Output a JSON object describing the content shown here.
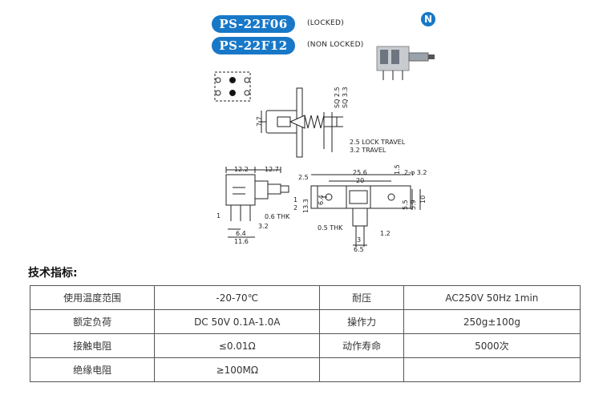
{
  "models": [
    {
      "name": "PS-22F06",
      "note": "(LOCKED)"
    },
    {
      "name": "PS-22F12",
      "note": "(NON LOCKED)"
    }
  ],
  "brand_logo": "N",
  "drawing_labels": {
    "sq25": "SQ 2.5",
    "sq33": "SQ 3.3",
    "h77": "7.7",
    "lock_travel": "2.5 LOCK TRAVEL",
    "travel": "3.2 TRAVEL",
    "d122": "12.2",
    "d127": "12.7",
    "d25": "2.5",
    "d1a": "1",
    "d2": "2",
    "d1b": "1",
    "thk06": "0.6 THK",
    "d32": "3.2",
    "d64a": "6.4",
    "d116": "11.6",
    "d256": "25.6",
    "d20": "20",
    "d15": "1.5",
    "holes": "2-φ 3.2",
    "d133": "13.3",
    "d64b": "6.4",
    "d55": "5.5",
    "d59": "5.9",
    "d10": "10",
    "thk05": "0.5 THK",
    "d12": "1.2",
    "d3": "3",
    "d65": "6.5"
  },
  "section_title": "技术指标:",
  "specs": [
    [
      "使用温度范围",
      "-20-70℃",
      "耐压",
      "AC250V 50Hz 1min"
    ],
    [
      "额定负荷",
      "DC 50V 0.1A-1.0A",
      "操作力",
      "250g±100g"
    ],
    [
      "接触电阻",
      "≤0.01Ω",
      "动作寿命",
      "5000次"
    ],
    [
      "绝缘电阻",
      "≥100MΩ",
      "",
      ""
    ]
  ],
  "colors": {
    "accent": "#1878c8",
    "line": "#222222"
  }
}
